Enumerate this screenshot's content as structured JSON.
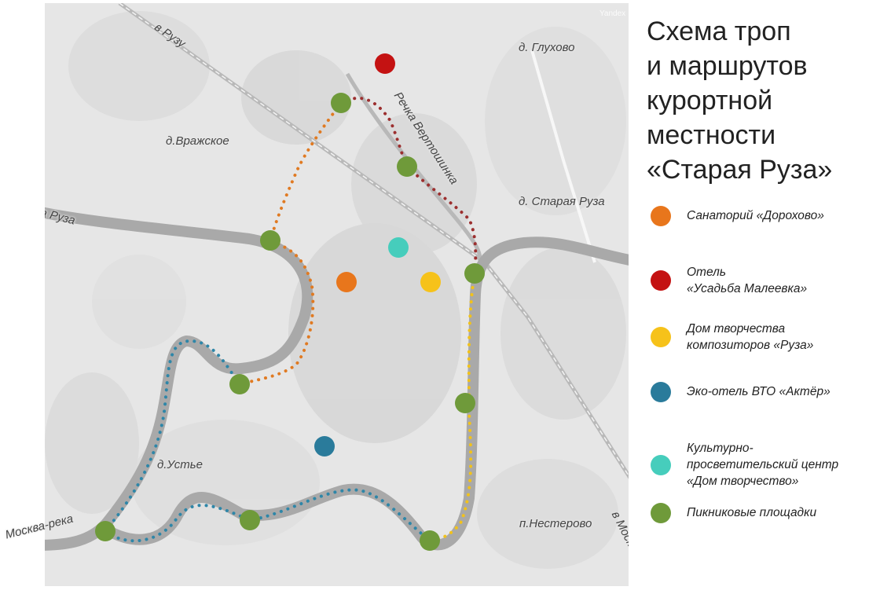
{
  "title_lines": [
    "Схема троп",
    "и маршрутов",
    "курортной",
    "местности",
    "«Старая Руза»"
  ],
  "colors": {
    "sanatorium": "#e8761c",
    "hotel": "#c41212",
    "composers_house": "#f6c21a",
    "eco_hotel": "#2a7b9b",
    "cultural_center": "#46cdbc",
    "picnic": "#6f9a3a",
    "route_orange": "#e07a22",
    "route_red": "#9c2f2f",
    "route_yellow": "#f2c21a",
    "route_blue": "#2e86a8",
    "river": "#a9a9a9",
    "land": "#e4e4e4"
  },
  "legend": [
    {
      "key": "sanatorium",
      "icon": "orange-circle",
      "lines": [
        "Санаторий «Дорохово»"
      ]
    },
    {
      "key": "hotel",
      "icon": "red-circle",
      "lines": [
        "Отель",
        "«Усадьба Малеевка»"
      ]
    },
    {
      "key": "composers_house",
      "icon": "yellow-circle",
      "lines": [
        "Дом творчества",
        "композиторов «Руза»"
      ]
    },
    {
      "key": "eco_hotel",
      "icon": "blue-circle",
      "lines": [
        "Эко-отель ВТО «Актёр»"
      ]
    },
    {
      "key": "cultural_center",
      "icon": "teal-circle",
      "lines": [
        "Культурно-",
        "просветительский центр",
        "«Дом творчество»"
      ]
    },
    {
      "key": "picnic",
      "icon": "green-circle",
      "lines": [
        "Пикниковые площадки"
      ]
    }
  ],
  "map": {
    "watermark": "Yandex",
    "labels": {
      "to_ruza": "в Рузу",
      "glukhovo": "д. Глухово",
      "vertoshinka": "Речка Вертошинка",
      "vrazhskoe": "д.Вражское",
      "ruza_river": "Река Руза",
      "staraya_ruza": "д. Старая Руза",
      "ustye": "д.Устье",
      "moskva_river": "Москва-река",
      "nesterovo": "п.Нестерово",
      "to_moscow": "в Москву"
    }
  }
}
